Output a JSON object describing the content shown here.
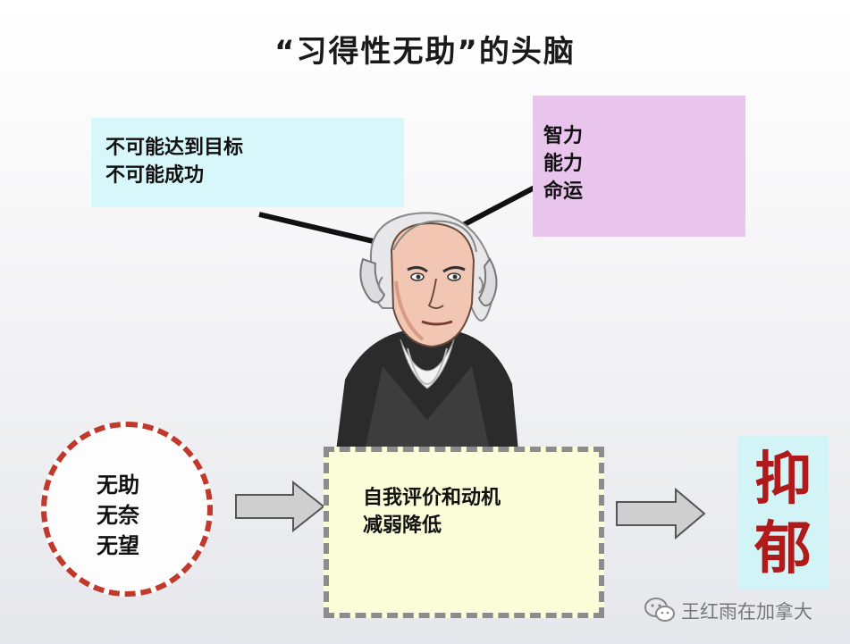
{
  "title": "“习得性无助”的头脑",
  "thought_box": {
    "lines": [
      "不可能达到目标",
      "不可能成功"
    ]
  },
  "fixed_traits_box": {
    "lines": [
      "智力",
      "能力",
      "命运"
    ]
  },
  "feelings_circle": {
    "lines": [
      "无助",
      "无奈",
      "无望"
    ]
  },
  "result_box": {
    "lines": [
      "自我评价和动机",
      "减弱降低"
    ]
  },
  "outcome": {
    "chars": [
      "抑",
      "郁"
    ]
  },
  "watermark": {
    "text": "王红雨在加拿大",
    "icon": "wechat-icon"
  },
  "colors": {
    "cyan_box": "#d8f7fa",
    "pink_box": "#e9c4ec",
    "yellow_box": "#fbfdd9",
    "circle_border": "#c0392b",
    "outcome_text": "#b01a1a",
    "arrow_fill": "#cfcfcf"
  }
}
